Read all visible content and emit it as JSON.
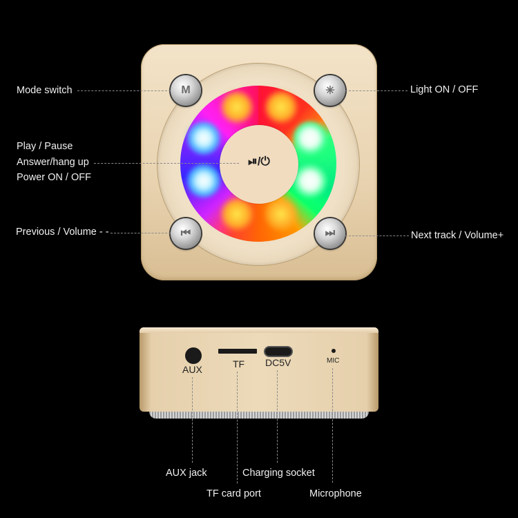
{
  "top_view": {
    "center_button_glyph": "⏯/⏻",
    "buttons": {
      "mode": "M",
      "light": "✳",
      "previous": "⏮",
      "next": "⏭"
    },
    "callouts": {
      "mode_switch": "Mode switch",
      "light": "Light ON / OFF",
      "play_pause": "Play / Pause",
      "answer": "Answer/hang up",
      "power": "Power ON / OFF",
      "previous": "Previous / Volume - -",
      "next": "Next track / Volume+"
    },
    "led_colors": [
      "#ff1b3a",
      "#ffb02a",
      "#4aff9a",
      "#4ab4ff",
      "#3a2aff",
      "#ff2ad0"
    ]
  },
  "side_view": {
    "ports": {
      "aux": "AUX",
      "tf": "TF",
      "dc": "DC5V",
      "mic": "MIC"
    },
    "callouts": {
      "aux_jack": "AUX jack",
      "tf_card_port": "TF card port",
      "charging_socket": "Charging socket",
      "microphone": "Microphone"
    }
  }
}
